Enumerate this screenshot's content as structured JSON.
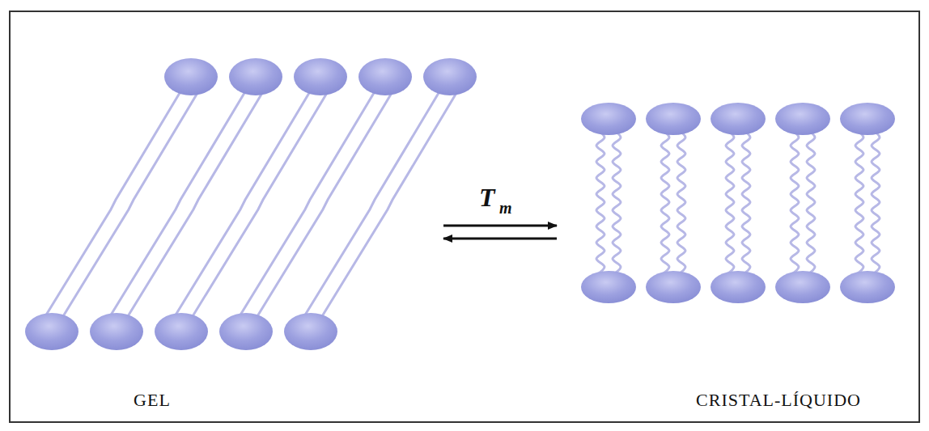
{
  "diagram": {
    "labels": [
      "T",
      "m",
      "GEL",
      "CRISTAL-LÍQUIDO"
    ]
  }
}
